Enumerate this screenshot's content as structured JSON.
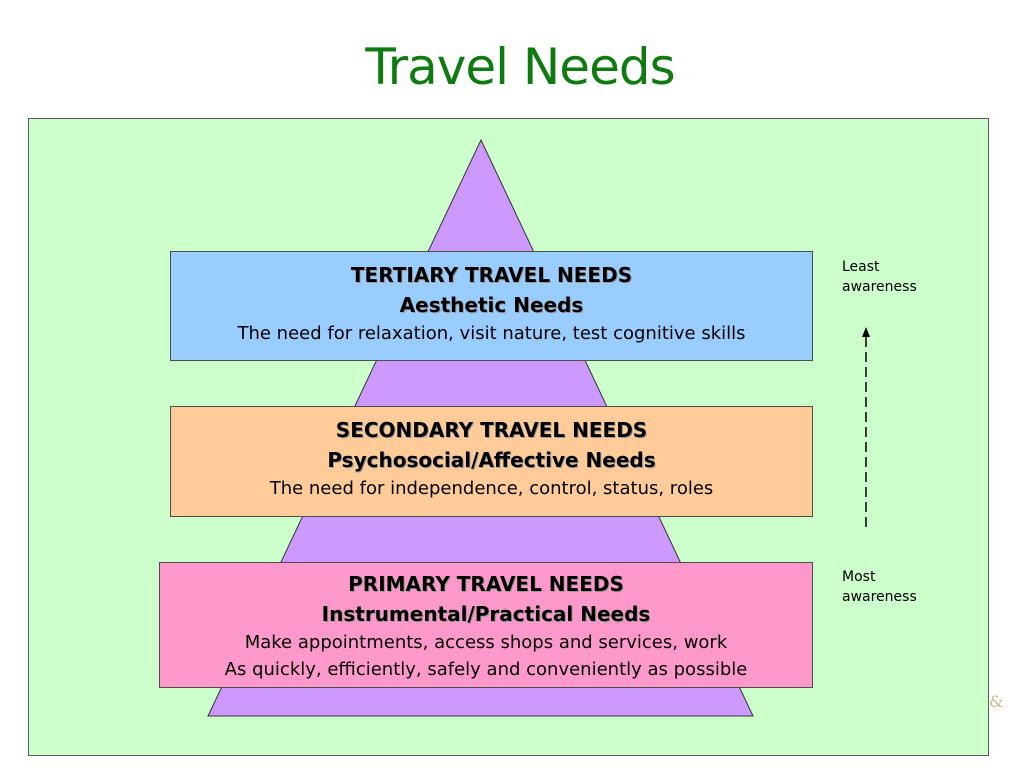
{
  "title": "Travel Needs",
  "levels": [
    {
      "heading": "TERTIARY TRAVEL NEEDS",
      "subheading": "Aesthetic Needs",
      "lines": [
        "The need for relaxation, visit nature, test cognitive skills"
      ],
      "color": "#99ccff"
    },
    {
      "heading": "SECONDARY TRAVEL NEEDS",
      "subheading": "Psychosocial/Affective Needs",
      "lines": [
        "The need for independence, control, status, roles"
      ],
      "color": "#ffcc99"
    },
    {
      "heading": "PRIMARY TRAVEL NEEDS",
      "subheading": "Instrumental/Practical Needs",
      "lines": [
        "Make appointments, access shops and services, work",
        "As quickly, efficiently, safely and conveniently  as possible"
      ],
      "color": "#ff99cc"
    }
  ],
  "awareness": {
    "top": [
      "Least",
      "awareness"
    ],
    "bottom": [
      "Most",
      "awareness"
    ]
  },
  "corner_mark": "&",
  "colors": {
    "title": "#0f7a10",
    "background": "#ccffcc",
    "pyramid": "#cc99ff"
  }
}
